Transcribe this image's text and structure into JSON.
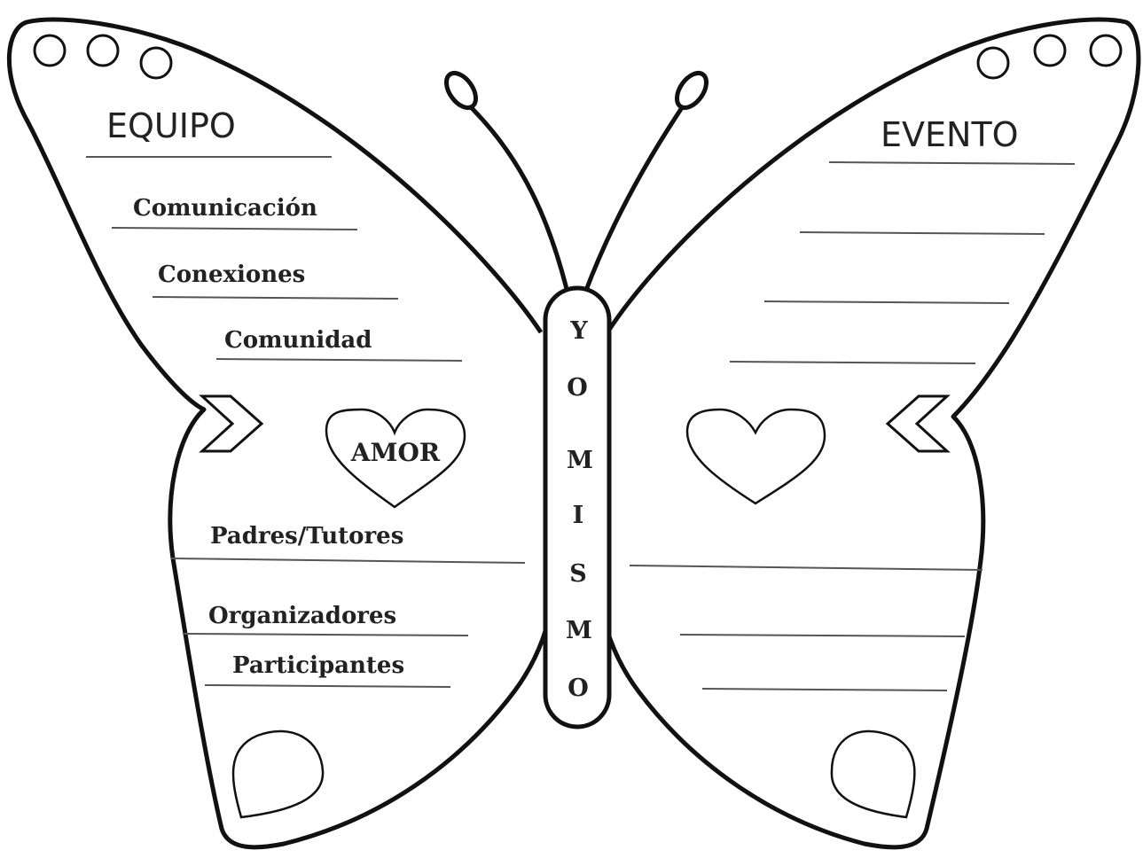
{
  "left_wing": {
    "heading": "EQUIPO",
    "items_top": [
      "Comunicación",
      "Conexiones",
      "Comunidad"
    ],
    "heart_label": "AMOR",
    "items_bottom": [
      "Padres/Tutores",
      "Organizadores",
      "Participantes"
    ]
  },
  "right_wing": {
    "heading": "EVENTO"
  },
  "body_letters": [
    "Y",
    "O",
    "M",
    "I",
    "S",
    "M",
    "O"
  ],
  "colors": {
    "ink": "#111111",
    "line": "#555555",
    "paper": "#ffffff"
  }
}
